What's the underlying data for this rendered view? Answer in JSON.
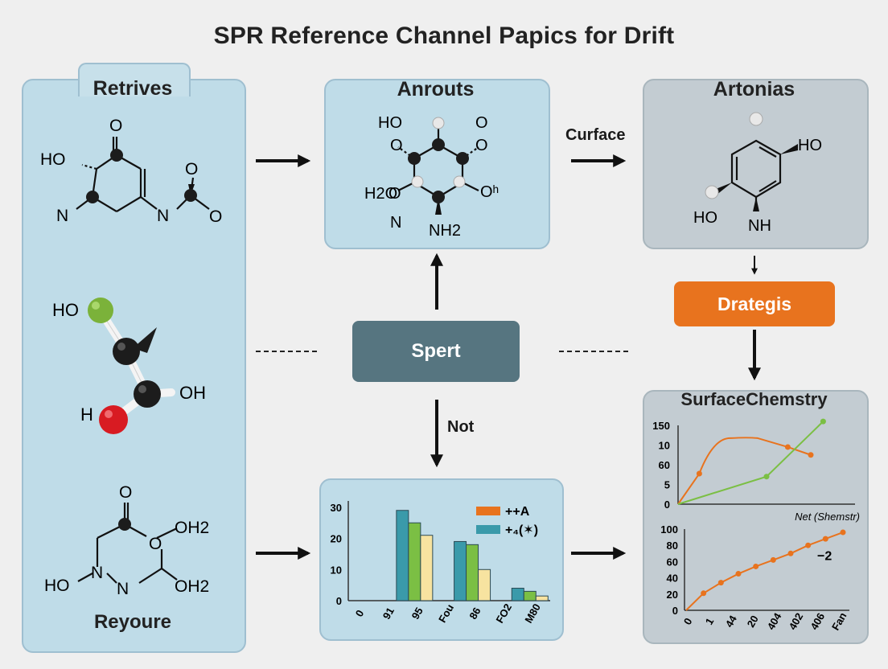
{
  "title": "SPR Reference Channel Papics for Drift",
  "panels": {
    "left": {
      "title": "Retrives",
      "footer": "Reyoure",
      "mol1": {
        "a1": "O",
        "a2": "HO",
        "a3": "N",
        "a4": "N",
        "a5": "O",
        "a6": "O"
      },
      "mol2": {
        "a1": "HO",
        "a2": "OH",
        "a3": "H"
      },
      "mol3": {
        "a1": "O",
        "a2": "OH2",
        "a3": "O",
        "a4": "N",
        "a5": "HO",
        "a6": "N",
        "a7": "OH2"
      }
    },
    "center_top": {
      "title": "Anrouts",
      "mol": {
        "a1": "HO",
        "a2": "O",
        "a3": "O",
        "a4": "O",
        "a5": "H2O",
        "a6": "O",
        "a7": "N",
        "a8": "Oʰ",
        "a9": "NH2"
      }
    },
    "right_top": {
      "title": "Artonias",
      "mol": {
        "a1": "HO",
        "a2": "HO",
        "a3": "NH"
      }
    },
    "surface": {
      "title": "SurfaceChemstry"
    }
  },
  "labels": {
    "curface": "Curface",
    "not": "Not"
  },
  "buttons": {
    "spert": "Spert",
    "drategis": "Drategis"
  },
  "colors": {
    "panel_blue": "#bfdce8",
    "panel_gray": "#c3ccd2",
    "button_teal": "#567580",
    "button_orange": "#e8731e",
    "series_orange": "#e8731e",
    "series_teal": "#3a9aaa",
    "series_green": "#7bbf44",
    "series_yellow": "#f7e3a0",
    "atom_black": "#1c1c1c",
    "atom_green": "#7bb23a",
    "atom_red": "#d81b22"
  },
  "chart_data": [
    {
      "type": "bar",
      "categories": [
        "0",
        "91",
        "95",
        "Fou",
        "86",
        "FO2",
        "M80"
      ],
      "series": [
        {
          "name": "++A",
          "values": [
            null,
            29,
            null,
            19,
            null,
            4,
            null
          ]
        },
        {
          "name": "+₄(✶)",
          "values": [
            null,
            25,
            null,
            18,
            null,
            3,
            null
          ]
        },
        {
          "values": [
            null,
            21,
            null,
            10,
            null,
            1.5,
            null
          ]
        }
      ],
      "yticks": [
        0,
        10,
        20,
        30
      ],
      "ylim": [
        0,
        31
      ]
    },
    {
      "type": "line",
      "yticks": [
        "0",
        "5",
        "60",
        "10",
        "150"
      ],
      "xlabel": "Net (Shemstr)",
      "series": [
        {
          "points": [
            [
              0,
              0
            ],
            [
              0.12,
              1.55
            ],
            [
              0.3,
              3.35
            ],
            [
              0.45,
              3.35
            ],
            [
              0.62,
              2.9
            ],
            [
              0.75,
              2.5
            ]
          ]
        },
        {
          "points": [
            [
              0,
              0
            ],
            [
              0.5,
              1.4
            ],
            [
              0.82,
              4.2
            ]
          ]
        }
      ]
    },
    {
      "type": "line",
      "categories": [
        "0",
        "1",
        "44",
        "20",
        "404",
        "402",
        "406",
        "Fan"
      ],
      "yticks": [
        0,
        20,
        40,
        60,
        80,
        100
      ],
      "ylim": [
        0,
        100
      ],
      "annotation": "−2",
      "series": [
        {
          "values": [
            0,
            21,
            34,
            45,
            54,
            62,
            70,
            80,
            88,
            96
          ]
        }
      ]
    }
  ]
}
